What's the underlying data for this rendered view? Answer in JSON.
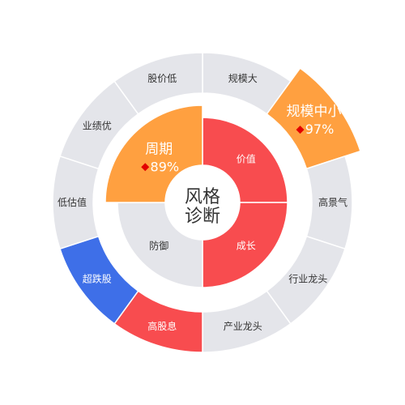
{
  "chart_data": {
    "type": "pie",
    "center_text": [
      "风格",
      "诊断"
    ],
    "inner_ring": [
      {
        "label": "价值",
        "color": "#f84c4f"
      },
      {
        "label": "成长",
        "color": "#f84c4f"
      },
      {
        "label": "防御",
        "color": "#e4e5ea"
      },
      {
        "label": "周期",
        "color": "#ffa040",
        "value_label": "89%",
        "highlight": true
      }
    ],
    "outer_ring": [
      {
        "label": "规模大",
        "color": "#e4e5ea"
      },
      {
        "label": "规模中小",
        "color": "#ffa040",
        "value_label": "97%",
        "highlight": true
      },
      {
        "label": "高景气",
        "color": "#e4e5ea"
      },
      {
        "label": "行业龙头",
        "color": "#e4e5ea"
      },
      {
        "label": "产业龙头",
        "color": "#e4e5ea"
      },
      {
        "label": "高股息",
        "color": "#f84c4f"
      },
      {
        "label": "超跌股",
        "color": "#3e6fe8"
      },
      {
        "label": "低估值",
        "color": "#e4e5ea"
      },
      {
        "label": "业绩优",
        "color": "#e4e5ea"
      },
      {
        "label": "股价低",
        "color": "#e4e5ea"
      }
    ],
    "marker_color": "#e20000"
  }
}
